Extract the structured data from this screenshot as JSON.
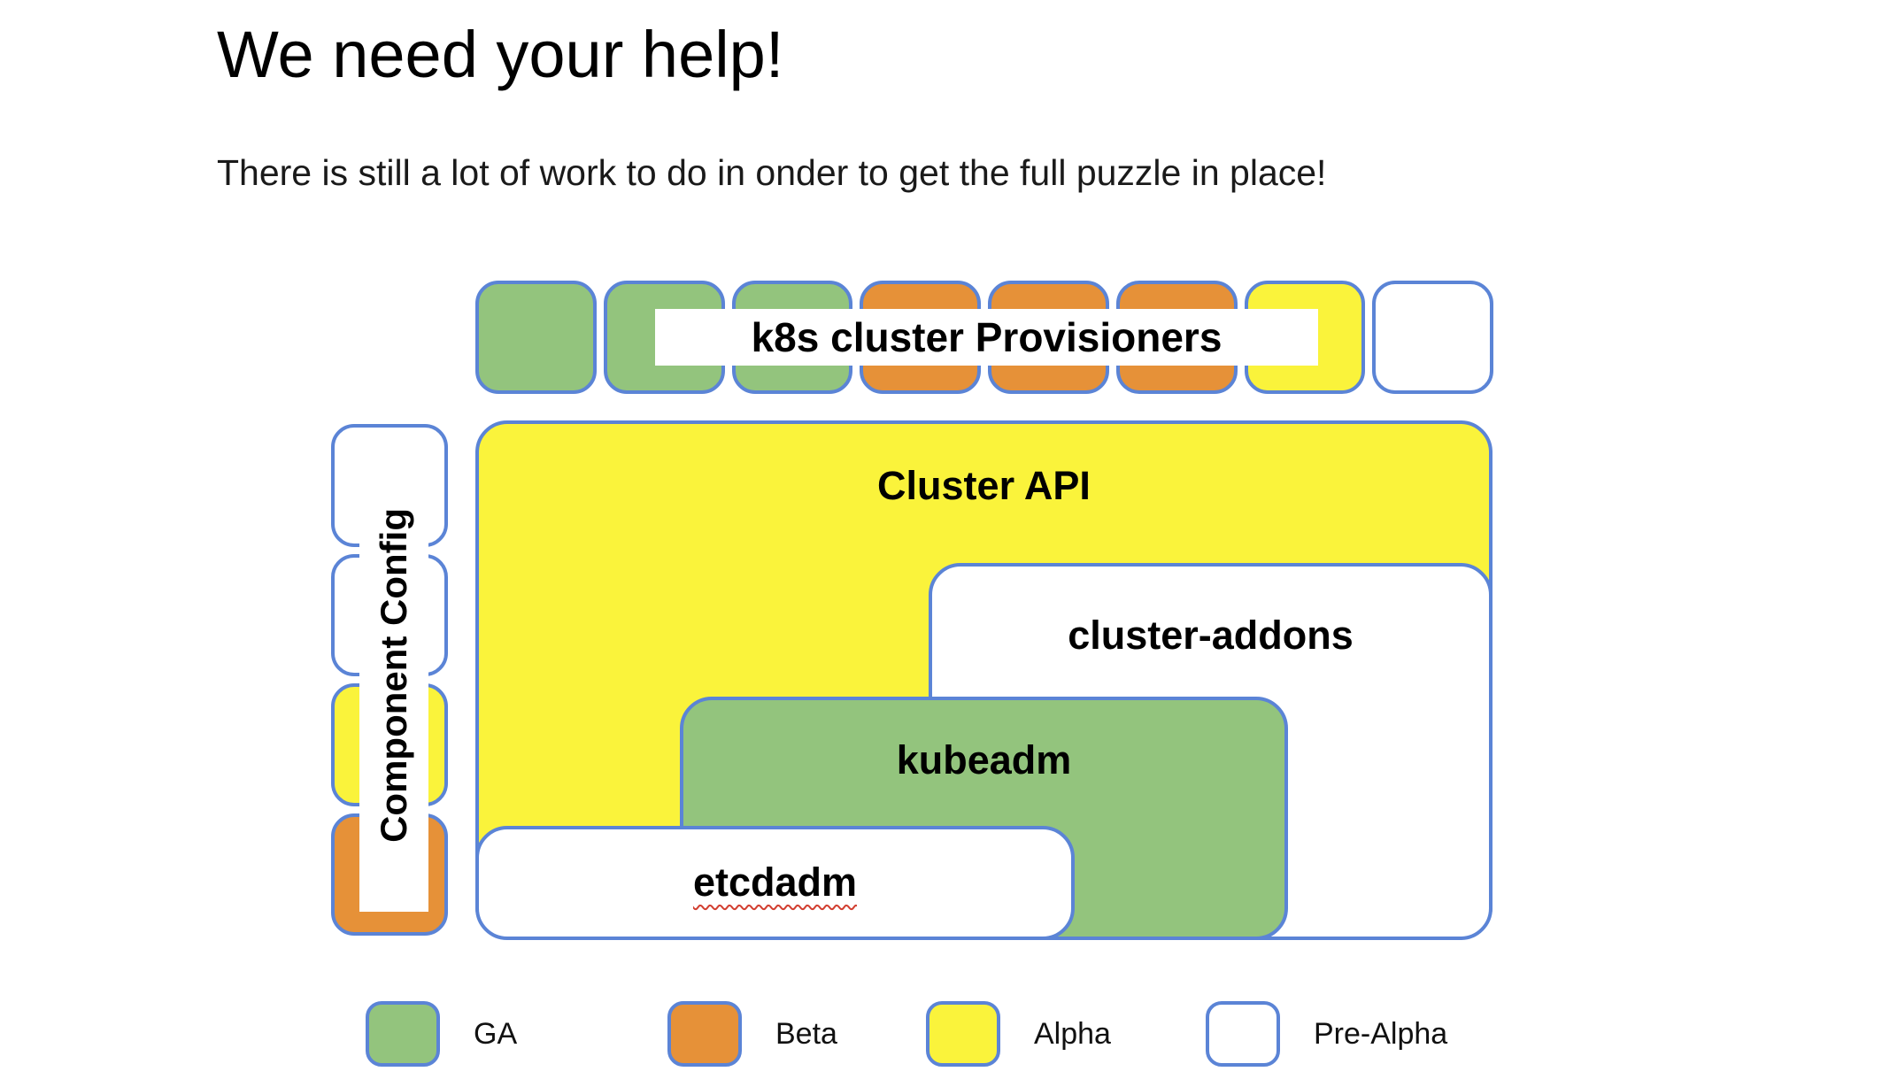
{
  "page": {
    "title": "We need your help!",
    "subtitle": "There is still a lot of work to do in onder to get the full puzzle in place!"
  },
  "diagram": {
    "provisioners": {
      "label": "k8s cluster Provisioners",
      "pieces": [
        "ga",
        "ga",
        "ga",
        "beta",
        "beta",
        "beta",
        "alpha",
        "pre_alpha"
      ]
    },
    "component_config": {
      "label": "Component Config",
      "pieces": [
        "pre_alpha",
        "pre_alpha",
        "alpha",
        "beta"
      ]
    },
    "boxes": {
      "cluster_api": {
        "label": "Cluster API",
        "status": "alpha"
      },
      "cluster_addons": {
        "label": "cluster-addons",
        "status": "pre_alpha"
      },
      "kubeadm": {
        "label": "kubeadm",
        "status": "ga"
      },
      "etcdadm": {
        "label": "etcdadm",
        "status": "pre_alpha"
      }
    }
  },
  "legend": [
    {
      "status": "ga",
      "label": "GA"
    },
    {
      "status": "beta",
      "label": "Beta"
    },
    {
      "status": "alpha",
      "label": "Alpha"
    },
    {
      "status": "pre_alpha",
      "label": "Pre-Alpha"
    }
  ],
  "colors": {
    "border": "#5b84d6",
    "ga": "#93c47d",
    "beta": "#e69138",
    "alpha": "#faf33b",
    "pre_alpha": "#ffffff"
  }
}
